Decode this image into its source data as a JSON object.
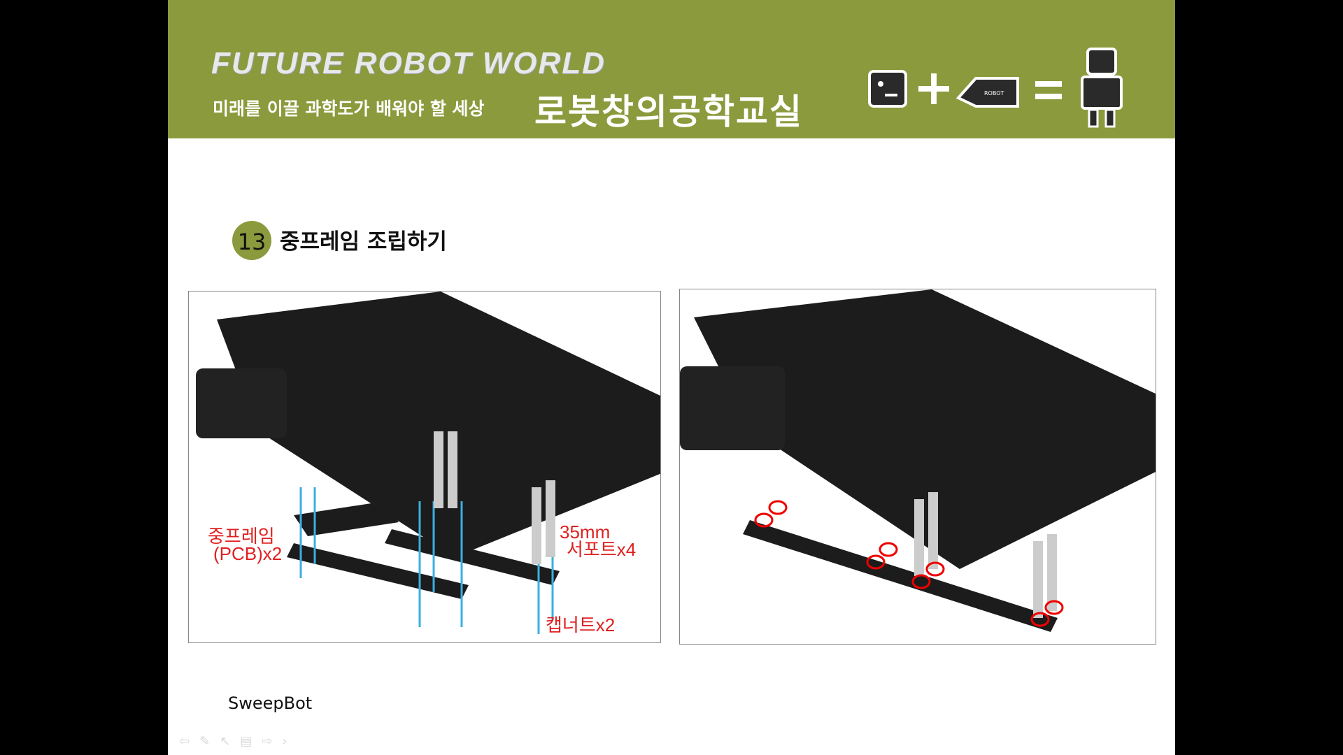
{
  "header": {
    "brand": "FUTURE ROBOT WORLD",
    "tagline": "미래를 이끌 과학도가 배워야 할 세상",
    "course": "로봇창의공학교실",
    "robot_label": "ROBOT"
  },
  "step": {
    "number": "13",
    "title": "중프레임 조립하기"
  },
  "left_image": {
    "label_frame_1": "중프레임",
    "label_frame_2": "(PCB)x2",
    "label_support_1": "35mm",
    "label_support_2": "서포트x4",
    "label_capnut": "캡너트x2"
  },
  "footer": {
    "text": "SweepBot"
  },
  "toolbar": {
    "icons": [
      "previous-arrow-icon",
      "pen-icon",
      "pointer-icon",
      "slides-icon",
      "next-arrow-icon",
      "chevron-right-icon"
    ],
    "glyphs": [
      "⇦",
      "✎",
      "↖",
      "▤",
      "⇨",
      "›"
    ]
  }
}
